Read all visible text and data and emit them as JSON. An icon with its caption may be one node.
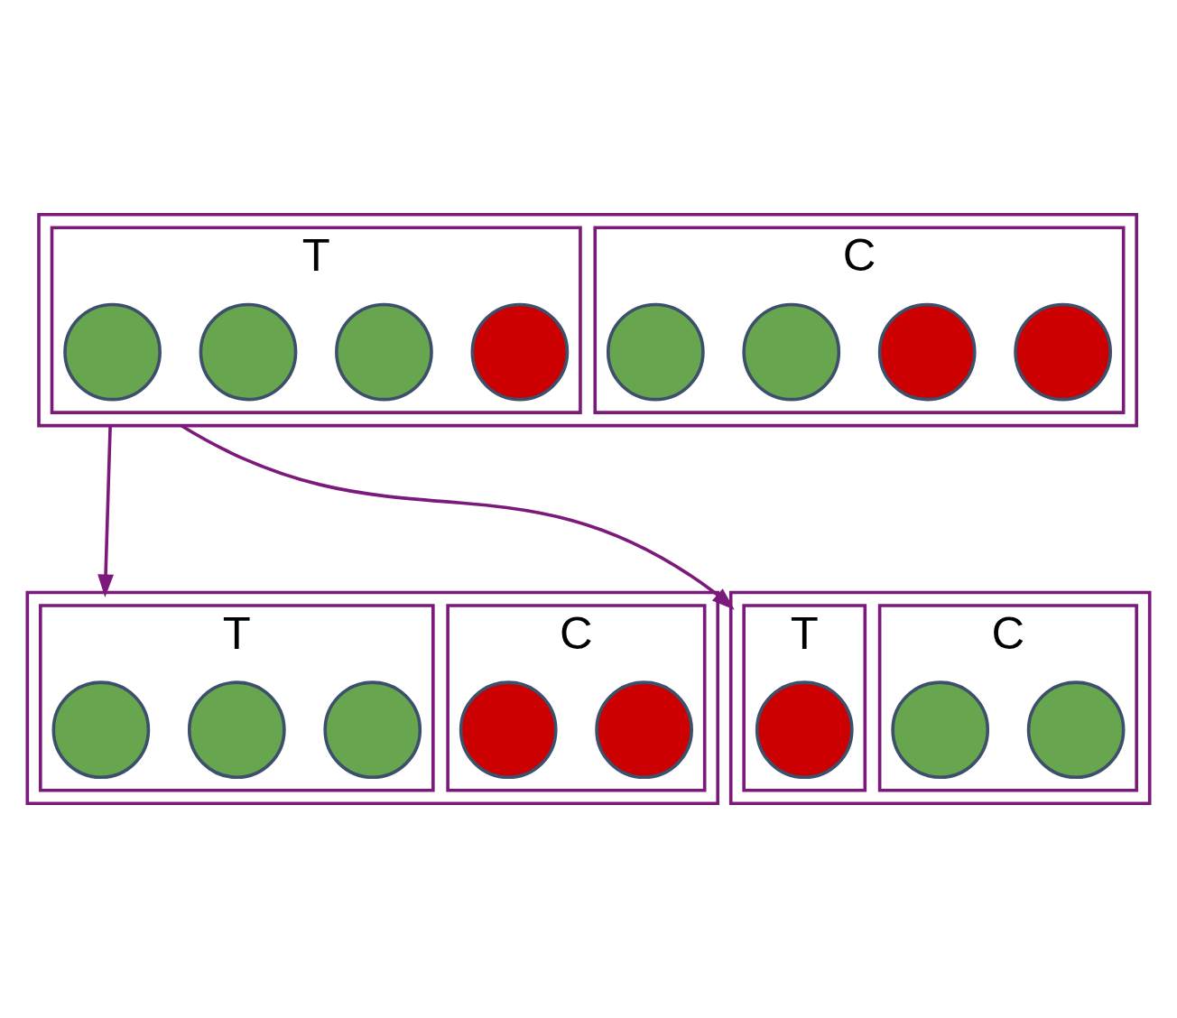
{
  "diagram": {
    "nodes": [
      {
        "text": [],
        "shape": "box"
      },
      {
        "text": [
          "T"
        ],
        "in": 0
      },
      {
        "text": [],
        "shape": "circle",
        "in": 1
      },
      {
        "text": [],
        "shape": "circle",
        "in": 1
      },
      {
        "text": [],
        "shape": "circle",
        "in": 1
      },
      {
        "text": [],
        "shape": "circle",
        "in": 1
      },
      {
        "text": [
          "C"
        ],
        "in": 0
      },
      {
        "text": [],
        "shape": "circle",
        "in": 6
      },
      {
        "text": [],
        "shape": "circle",
        "in": 6
      },
      {
        "text": [],
        "shape": "circle",
        "in": 6
      },
      {
        "text": [],
        "shape": "circle",
        "in": 6
      },
      {
        "text": [],
        "shape": "box"
      },
      {
        "text": [
          "T"
        ],
        "in": 11
      },
      {
        "text": [],
        "shape": "circle",
        "in": 12
      },
      {
        "text": [],
        "shape": "circle",
        "in": 12
      },
      {
        "text": [],
        "shape": "circle",
        "in": 12
      },
      {
        "text": [
          "C"
        ],
        "in": 11
      },
      {
        "text": [],
        "shape": "circle",
        "in": 16
      },
      {
        "text": [],
        "shape": "circle",
        "in": 16
      },
      {
        "text": [],
        "shape": "box"
      },
      {
        "text": [
          "T"
        ],
        "in": 19
      },
      {
        "text": [],
        "shape": "circle",
        "in": 20
      },
      {
        "text": [
          "C"
        ],
        "in": 19
      },
      {
        "text": [],
        "shape": "circle",
        "in": 22
      },
      {
        "text": [],
        "shape": "circle",
        "in": 22
      }
    ],
    "edges": [
      {
        "from": 0,
        "to": 11,
        "arrow": "to"
      },
      {
        "from": 0,
        "to": 19,
        "arrow": "to"
      }
    ]
  }
}
